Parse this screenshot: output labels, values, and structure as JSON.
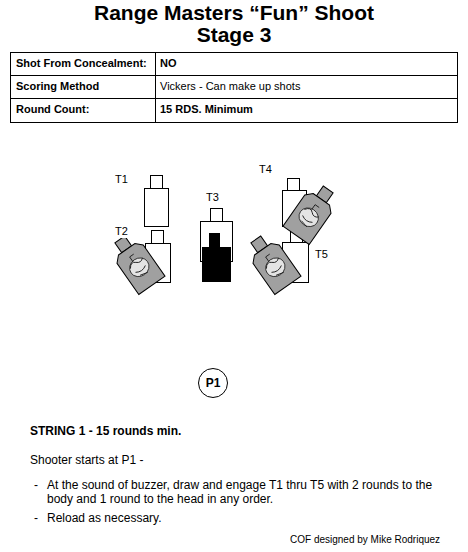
{
  "diagram": {
    "title": "Range Masters “Fun” Shoot Stage 3",
    "nodes": [
      {
        "text": [
          "P1"
        ]
      }
    ],
    "labels": [
      "Shot From Concealment:",
      "NO",
      "Scoring Method",
      "Vickers - Can make up shots",
      "Round Count:",
      "15 RDS. Minimum",
      "T1",
      "T2",
      "T3",
      "T4",
      "T5",
      "STRING 1 - 15 rounds min.",
      "Shooter starts at P1 -",
      "-",
      "At the sound of buzzer, draw and engage T1 thru T5 with 2 rounds to the body and 1 round to the head in any order.",
      "-",
      "Reload as necessary.",
      "COF designed by Mike Rodriquez"
    ]
  }
}
